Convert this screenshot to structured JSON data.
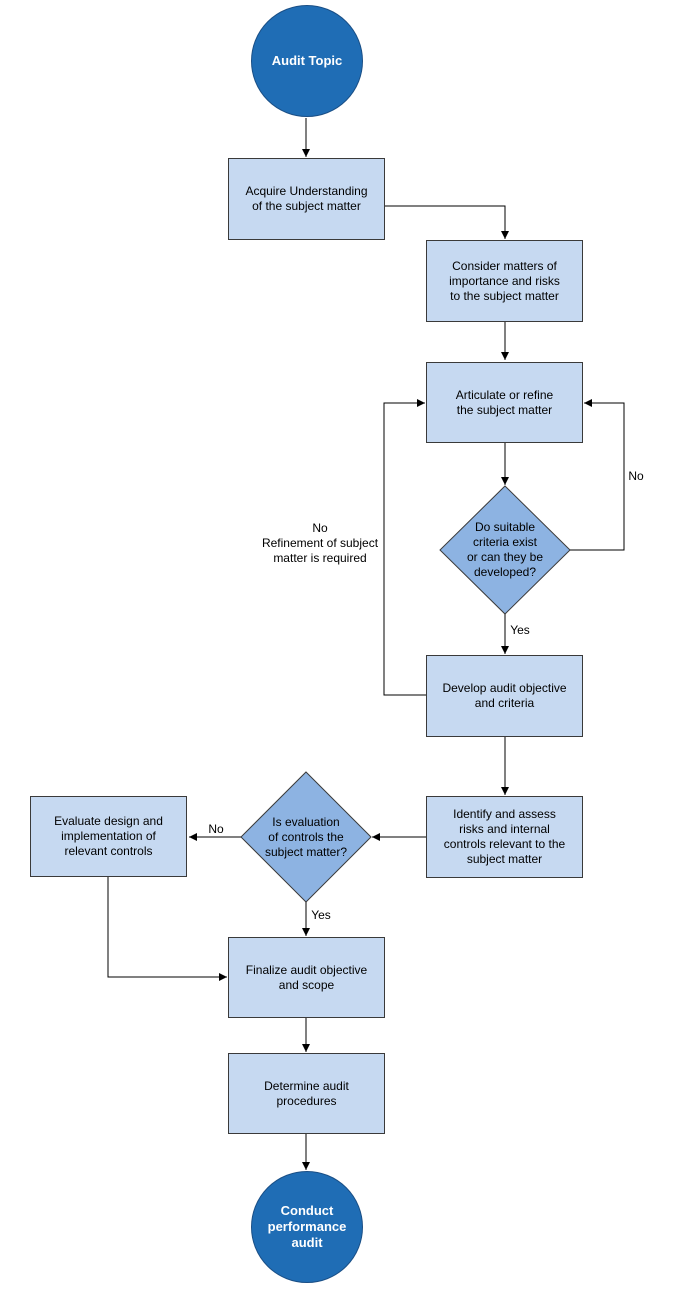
{
  "colors": {
    "box_fill": "#c6d9f1",
    "diamond_fill": "#8db3e2",
    "circle_fill": "#1f6db5",
    "line": "#000000"
  },
  "nodes": {
    "start": "Audit Topic",
    "acquire": "Acquire Understanding\nof the subject matter",
    "consider": "Consider matters of\nimportance and risks\nto the subject matter",
    "articulate": "Articulate or refine\nthe subject matter",
    "decision_criteria": "Do suitable\ncriteria exist\nor can they be\ndeveloped?",
    "develop": "Develop audit objective\nand criteria",
    "identify": "Identify and assess\nrisks and internal\ncontrols relevant to the\nsubject matter",
    "decision_controls": "Is evaluation\nof controls the\nsubject matter?",
    "evaluate": "Evaluate design and\nimplementation of\nrelevant controls",
    "finalize": "Finalize audit objective\nand scope",
    "determine": "Determine audit\nprocedures",
    "end": "Conduct\nperformance\naudit"
  },
  "edge_labels": {
    "criteria_no": "No",
    "criteria_yes": "Yes",
    "refine_no": "No\nRefinement of subject\nmatter is required",
    "controls_no": "No",
    "controls_yes": "Yes"
  }
}
